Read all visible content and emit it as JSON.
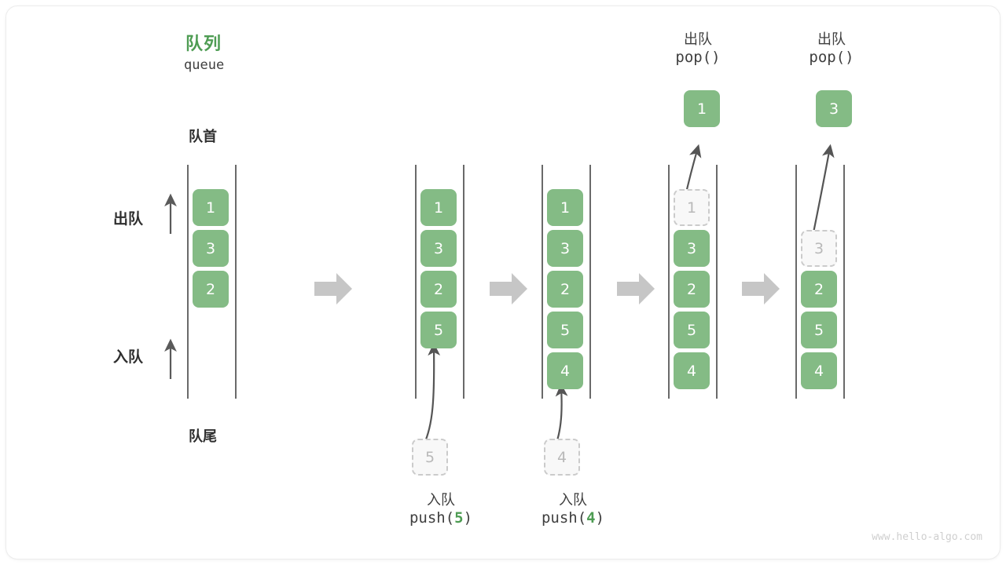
{
  "diagram": {
    "title_cn": "队列",
    "title_en": "queue",
    "head_label": "队首",
    "tail_label": "队尾",
    "side_dequeue_label": "出队",
    "side_enqueue_label": "入队",
    "watermark": "www.hello-algo.com"
  },
  "colors": {
    "node_green": "#84bb85",
    "title_green": "#4e9c53",
    "ghost_border": "#cbcbcb",
    "ghost_fill": "#f8f8f8",
    "rail": "#444444",
    "step_arrow": "#c6c6c6",
    "curve_arrow": "#555555",
    "watermark": "#cfcfcf"
  },
  "stages": [
    {
      "id": "stage-1-initial",
      "values": [
        "1",
        "3",
        "2"
      ],
      "ghost_index": -1,
      "incoming": null,
      "outgoing": null,
      "op_cn": "",
      "op_code": "",
      "op_arg": ""
    },
    {
      "id": "stage-2-push-5",
      "values": [
        "1",
        "3",
        "2",
        "5"
      ],
      "ghost_index": -1,
      "incoming": "5",
      "outgoing": null,
      "op_cn": "入队",
      "op_code_prefix": "push(",
      "op_arg": "5",
      "op_code_suffix": ")"
    },
    {
      "id": "stage-3-push-4",
      "values": [
        "1",
        "3",
        "2",
        "5",
        "4"
      ],
      "ghost_index": -1,
      "incoming": "4",
      "outgoing": null,
      "op_cn": "入队",
      "op_code_prefix": "push(",
      "op_arg": "4",
      "op_code_suffix": ")"
    },
    {
      "id": "stage-4-pop-1",
      "values": [
        "1",
        "3",
        "2",
        "5",
        "4"
      ],
      "ghost_index": 0,
      "incoming": null,
      "outgoing": "1",
      "op_cn": "出队",
      "op_code_prefix": "pop(",
      "op_arg": "",
      "op_code_suffix": ")"
    },
    {
      "id": "stage-5-pop-3",
      "values": [
        "3",
        "2",
        "5",
        "4"
      ],
      "ghost_index": 0,
      "incoming": null,
      "outgoing": "3",
      "op_cn": "出队",
      "op_code_prefix": "pop(",
      "op_arg": "",
      "op_code_suffix": ")"
    }
  ],
  "step_arrows": [
    {
      "id": "step-arrow-1"
    },
    {
      "id": "step-arrow-2"
    },
    {
      "id": "step-arrow-3"
    },
    {
      "id": "step-arrow-4"
    }
  ],
  "top_ops": [
    {
      "cn": "出队",
      "code_prefix": "pop(",
      "arg": "",
      "code_suffix": ")"
    },
    {
      "cn": "出队",
      "code_prefix": "pop(",
      "arg": "",
      "code_suffix": ")"
    }
  ],
  "bottom_ops": [
    {
      "cn": "入队",
      "code_prefix": "push(",
      "arg": "5",
      "code_suffix": ")"
    },
    {
      "cn": "入队",
      "code_prefix": "push(",
      "arg": "4",
      "code_suffix": ")"
    }
  ]
}
